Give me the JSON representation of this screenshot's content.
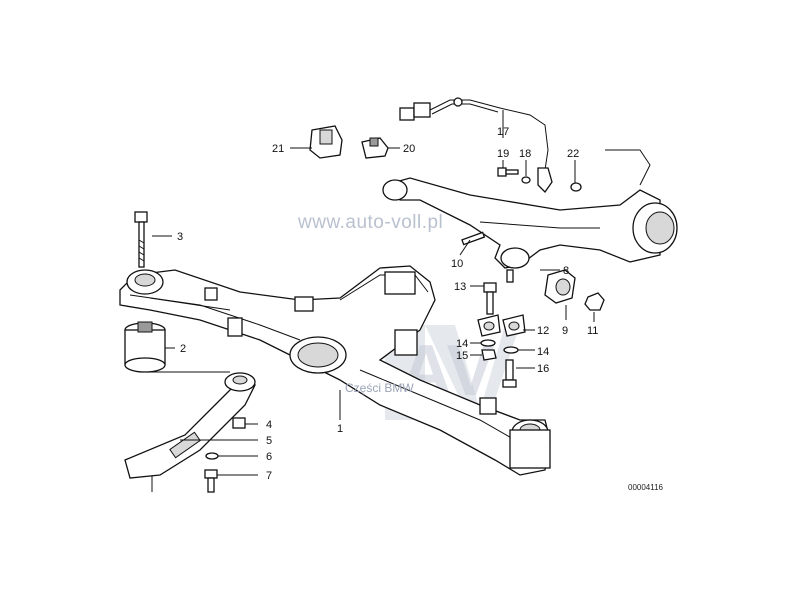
{
  "diagram": {
    "labels": [
      {
        "id": "1",
        "text": "1"
      },
      {
        "id": "2",
        "text": "2"
      },
      {
        "id": "3",
        "text": "3"
      },
      {
        "id": "4",
        "text": "4"
      },
      {
        "id": "5",
        "text": "5"
      },
      {
        "id": "6",
        "text": "6"
      },
      {
        "id": "7",
        "text": "7"
      },
      {
        "id": "8",
        "text": "8"
      },
      {
        "id": "9",
        "text": "9"
      },
      {
        "id": "10",
        "text": "10"
      },
      {
        "id": "11",
        "text": "11"
      },
      {
        "id": "12",
        "text": "12"
      },
      {
        "id": "13",
        "text": "13"
      },
      {
        "id": "14a",
        "text": "14"
      },
      {
        "id": "14b",
        "text": "14"
      },
      {
        "id": "15",
        "text": "15"
      },
      {
        "id": "16",
        "text": "16"
      },
      {
        "id": "17",
        "text": "17"
      },
      {
        "id": "18",
        "text": "18"
      },
      {
        "id": "19",
        "text": "19"
      },
      {
        "id": "20",
        "text": "20"
      },
      {
        "id": "21",
        "text": "21"
      },
      {
        "id": "22",
        "text": "22"
      }
    ],
    "drawing_code": "00004116"
  },
  "watermark": {
    "url": "www.auto-voll.pl",
    "subtext": "Części BMW",
    "logo": "AV"
  },
  "colors": {
    "line": "#111111",
    "watermark": "#b9c1cf"
  }
}
